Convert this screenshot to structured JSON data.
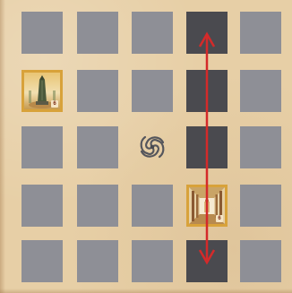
{
  "board": {
    "cols": 5,
    "rows": 5,
    "dark_column": 3,
    "colors": {
      "wood": "#e7cfa6",
      "tile": "#8e8f96",
      "tile_selected": "#4a4a4f",
      "arrow": "#d42a2a",
      "card_border": "#d8a23a"
    }
  },
  "cards": {
    "obelisk": {
      "row": 1,
      "col": 0,
      "badge": "6",
      "icon": "obelisk-icon"
    },
    "hall": {
      "row": 3,
      "col": 3,
      "badge": "6",
      "icon": "hall-icon"
    }
  },
  "vortex": {
    "row": 2,
    "col": 2,
    "icon": "vortex-icon"
  },
  "move_arrow": {
    "col": 3,
    "from_row": 0,
    "to_row": 4,
    "icon": "double-arrow-icon"
  }
}
